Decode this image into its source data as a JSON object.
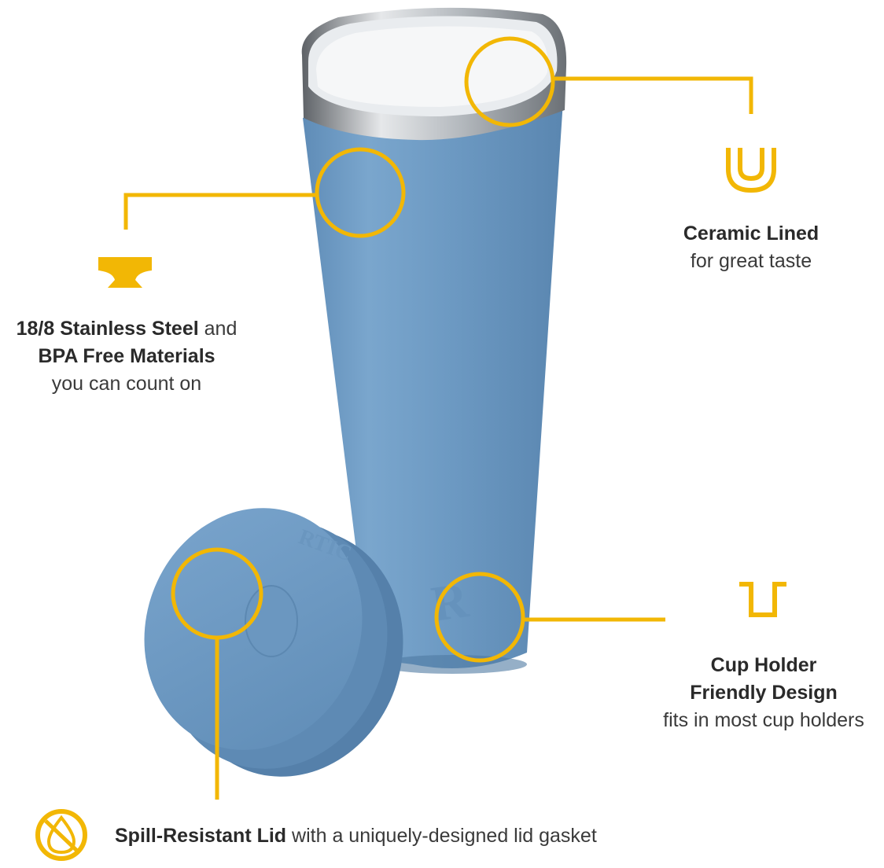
{
  "colors": {
    "accent": "#f2b705",
    "tumbler_blue": "#6f9cc4",
    "steel_rim": "#9aa0a6",
    "text_dark": "#2a2a2a"
  },
  "product": {
    "logo_text": "RTIC"
  },
  "callouts": {
    "ceramic": {
      "icon": "u-liner-icon",
      "bold": "Ceramic Lined",
      "normal": "for great taste"
    },
    "steel": {
      "icon": "anvil-icon",
      "bold1": "18/8 Stainless Steel",
      "normal1": " and",
      "bold2": "BPA Free Materials",
      "normal2": "you can count on"
    },
    "cupholder": {
      "icon": "cup-holder-icon",
      "bold1": "Cup Holder",
      "bold2": "Friendly Design",
      "normal": "fits in most cup holders"
    },
    "lid": {
      "icon": "no-spill-drop-icon",
      "bold": "Spill-Resistant Lid",
      "normal": " with a uniquely-designed lid gasket"
    }
  }
}
